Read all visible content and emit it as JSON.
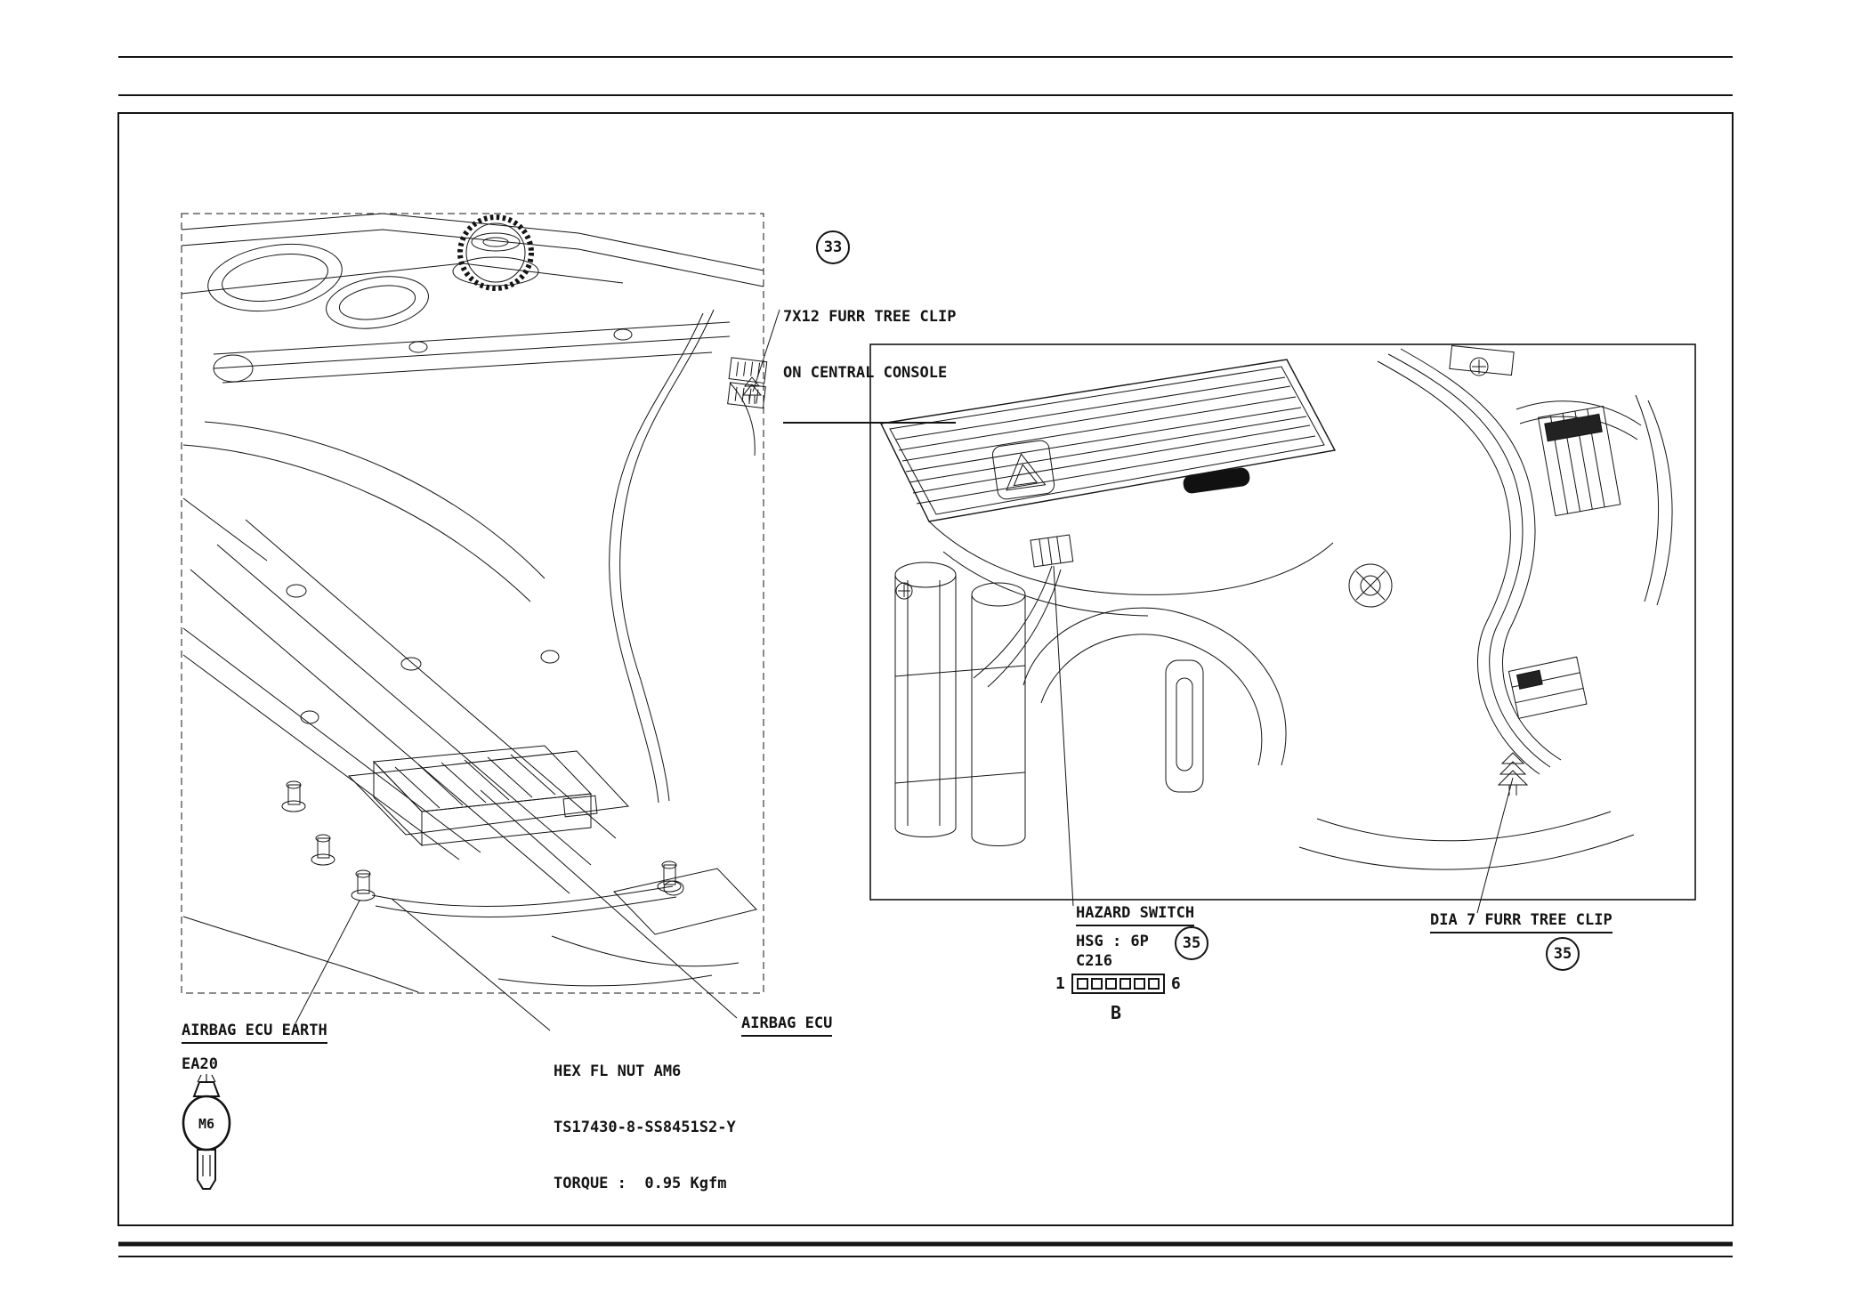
{
  "page": {
    "bg": "#ffffff",
    "ink": "#141414"
  },
  "left_figure": {
    "callout": "33",
    "clip_label": {
      "line1": "7X12 FURR TREE CLIP",
      "line2": "ON CENTRAL CONSOLE"
    },
    "earth_label": "AIRBAG ECU EARTH",
    "connector_code": "EA20",
    "terminal_size": "M6",
    "nut_spec": {
      "line1": "HEX FL NUT AM6",
      "line2": "TS17430-8-SS8451S2-Y",
      "line3": "TORQUE :  0.95 Kgfm"
    },
    "ecu_label": "AIRBAG ECU"
  },
  "right_figure": {
    "hazard_label": "HAZARD SWITCH",
    "housing_spec": "HSG : 6P",
    "connector_code": "C216",
    "callout_switch": "35",
    "pin_first": "1",
    "pin_last": "6",
    "view_label": "B",
    "clip_label": "DIA 7 FURR TREE CLIP",
    "callout_clip": "35"
  }
}
